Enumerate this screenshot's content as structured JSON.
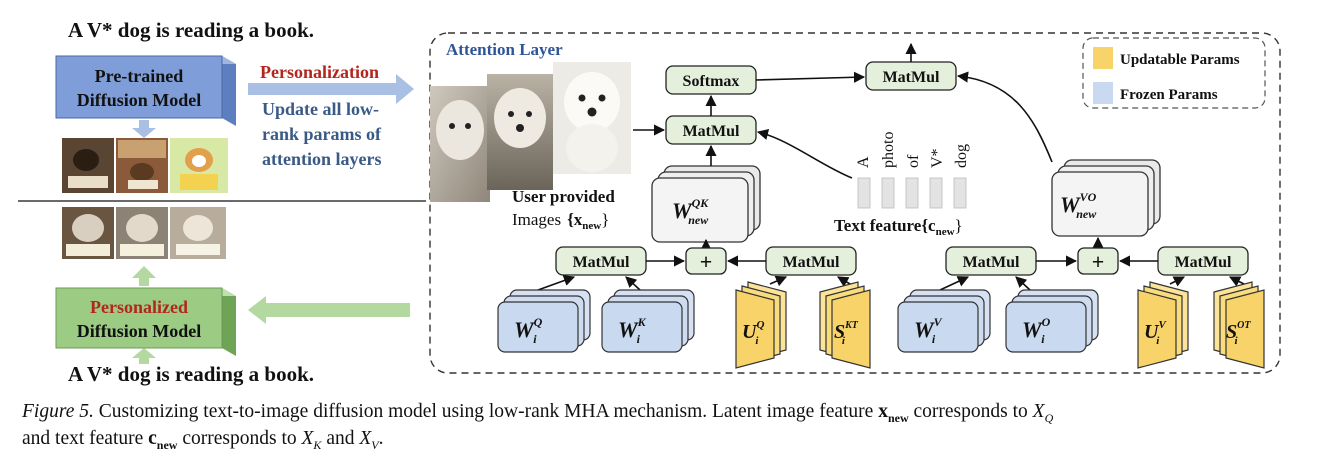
{
  "figure": {
    "prompt_top": "A V* dog is reading a book.",
    "prompt_bottom": "A V* dog is reading a book.",
    "pretrained_model": [
      "Pre-trained",
      "Diffusion Model"
    ],
    "personalized_model": [
      "Personalized",
      "Diffusion Model"
    ],
    "personalization_title": "Personalization",
    "personalization_desc": [
      "Update all low-",
      "rank params of",
      "attention layers"
    ],
    "attention_layer_title": "Attention Layer",
    "legend": {
      "updatable": "Updatable Params",
      "frozen": "Frozen Params",
      "updatable_color": "#f7d36a",
      "frozen_color": "#c9d9ef"
    },
    "ops": {
      "softmax": "Softmax",
      "matmul": "MatMul",
      "plus": "+"
    },
    "user_images_label": [
      "User provided",
      "Images"
    ],
    "user_images_symbol": "{x",
    "user_images_sub": "new",
    "text_tokens": [
      "A",
      "photo",
      "of",
      "V*",
      "dog"
    ],
    "text_feature_label": "Text feature",
    "text_feature_symbol": "{c",
    "text_feature_sub": "new",
    "weights": {
      "w_qk": {
        "base": "W",
        "sup": "QK",
        "sub": "new"
      },
      "w_vo": {
        "base": "W",
        "sup": "VO",
        "sub": "new"
      },
      "w_q": {
        "base": "W",
        "sup": "Q",
        "sub": "i"
      },
      "w_k": {
        "base": "W",
        "sup": "K",
        "sub": "i"
      },
      "u_q": {
        "base": "U",
        "sup": "Q",
        "sub": "i"
      },
      "s_k": {
        "base": "S",
        "sup": "KT",
        "sub": "i"
      },
      "w_v": {
        "base": "W",
        "sup": "V",
        "sub": "i"
      },
      "w_o": {
        "base": "W",
        "sup": "O",
        "sub": "i"
      },
      "u_v": {
        "base": "U",
        "sup": "V",
        "sub": "i"
      },
      "s_o": {
        "base": "S",
        "sup": "OT",
        "sub": "i"
      }
    },
    "colors": {
      "blue_box": "#7f9ed9",
      "green_box": "#9ccc84",
      "op_fill": "#e4f0dc",
      "personalization_red": "#b3261e",
      "desc_blue": "#3a5a86",
      "attention_blue": "#2f5597"
    }
  },
  "caption": {
    "label": "Figure 5.",
    "text_1": "Customizing text-to-image diffusion model using low-rank MHA mechanism. Latent image feature",
    "x_sym": "x",
    "x_sub": "new",
    "text_2": "corresponds to",
    "xq": "X",
    "xq_sub": "Q",
    "text_3": "and text feature",
    "c_sym": "c",
    "c_sub": "new",
    "text_4": "corresponds to",
    "xk": "X",
    "xk_sub": "K",
    "text_5": "and",
    "xv": "X",
    "xv_sub": "V",
    "end": "."
  }
}
